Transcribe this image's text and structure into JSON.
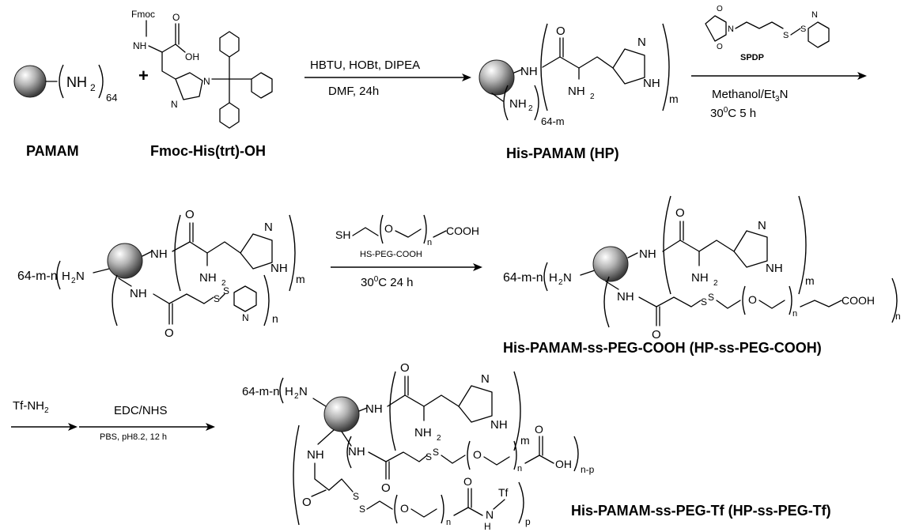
{
  "labels": {
    "pamam": "PAMAM",
    "fmoc_his": "Fmoc-His(trt)-OH",
    "his_pamam": "His-PAMAM (HP)",
    "his_pamam_ss_peg_cooh": "His-PAMAM-ss-PEG-COOH (HP-ss-PEG-COOH)",
    "his_pamam_ss_peg_tf": "His-PAMAM-ss-PEG-Tf (HP-ss-PEG-Tf)",
    "spdp": "SPDP",
    "hs_peg_cooh": "HS-PEG-COOH"
  },
  "conditions": {
    "step1_top": "HBTU, HOBt, DIPEA",
    "step1_bottom": "DMF, 24h",
    "step2_bottom_1": "Methanol/Et",
    "step2_bottom_1_sub": "3",
    "step2_bottom_1_end": "N",
    "step2_bottom_2": "30",
    "step2_bottom_2_sup": "0",
    "step2_bottom_2_end": "C 5 h",
    "step3_bottom": "30",
    "step3_bottom_sup": "0",
    "step3_bottom_end": "C 24 h",
    "step4_reagent": "Tf-NH",
    "step4_reagent_sub": "2",
    "step4_top": "EDC/NHS",
    "step4_bottom": "PBS, pH8.2, 12 h"
  },
  "atoms": {
    "nh": "NH",
    "nh2": "NH",
    "sub2": "2",
    "h2n_left": "H",
    "h2n_right": "N",
    "n": "N",
    "o": "O",
    "oh": "OH",
    "cooh": "COOH",
    "s": "S",
    "fmoc": "Fmoc",
    "sh": "SH",
    "tf": "Tf",
    "h": "H",
    "ss": "S"
  },
  "indices": {
    "n64": "64",
    "n64m": "64-m",
    "m": "m",
    "n": "n",
    "p": "p",
    "np": "n-p",
    "prefix": "64-m-n",
    "plus": "+"
  }
}
